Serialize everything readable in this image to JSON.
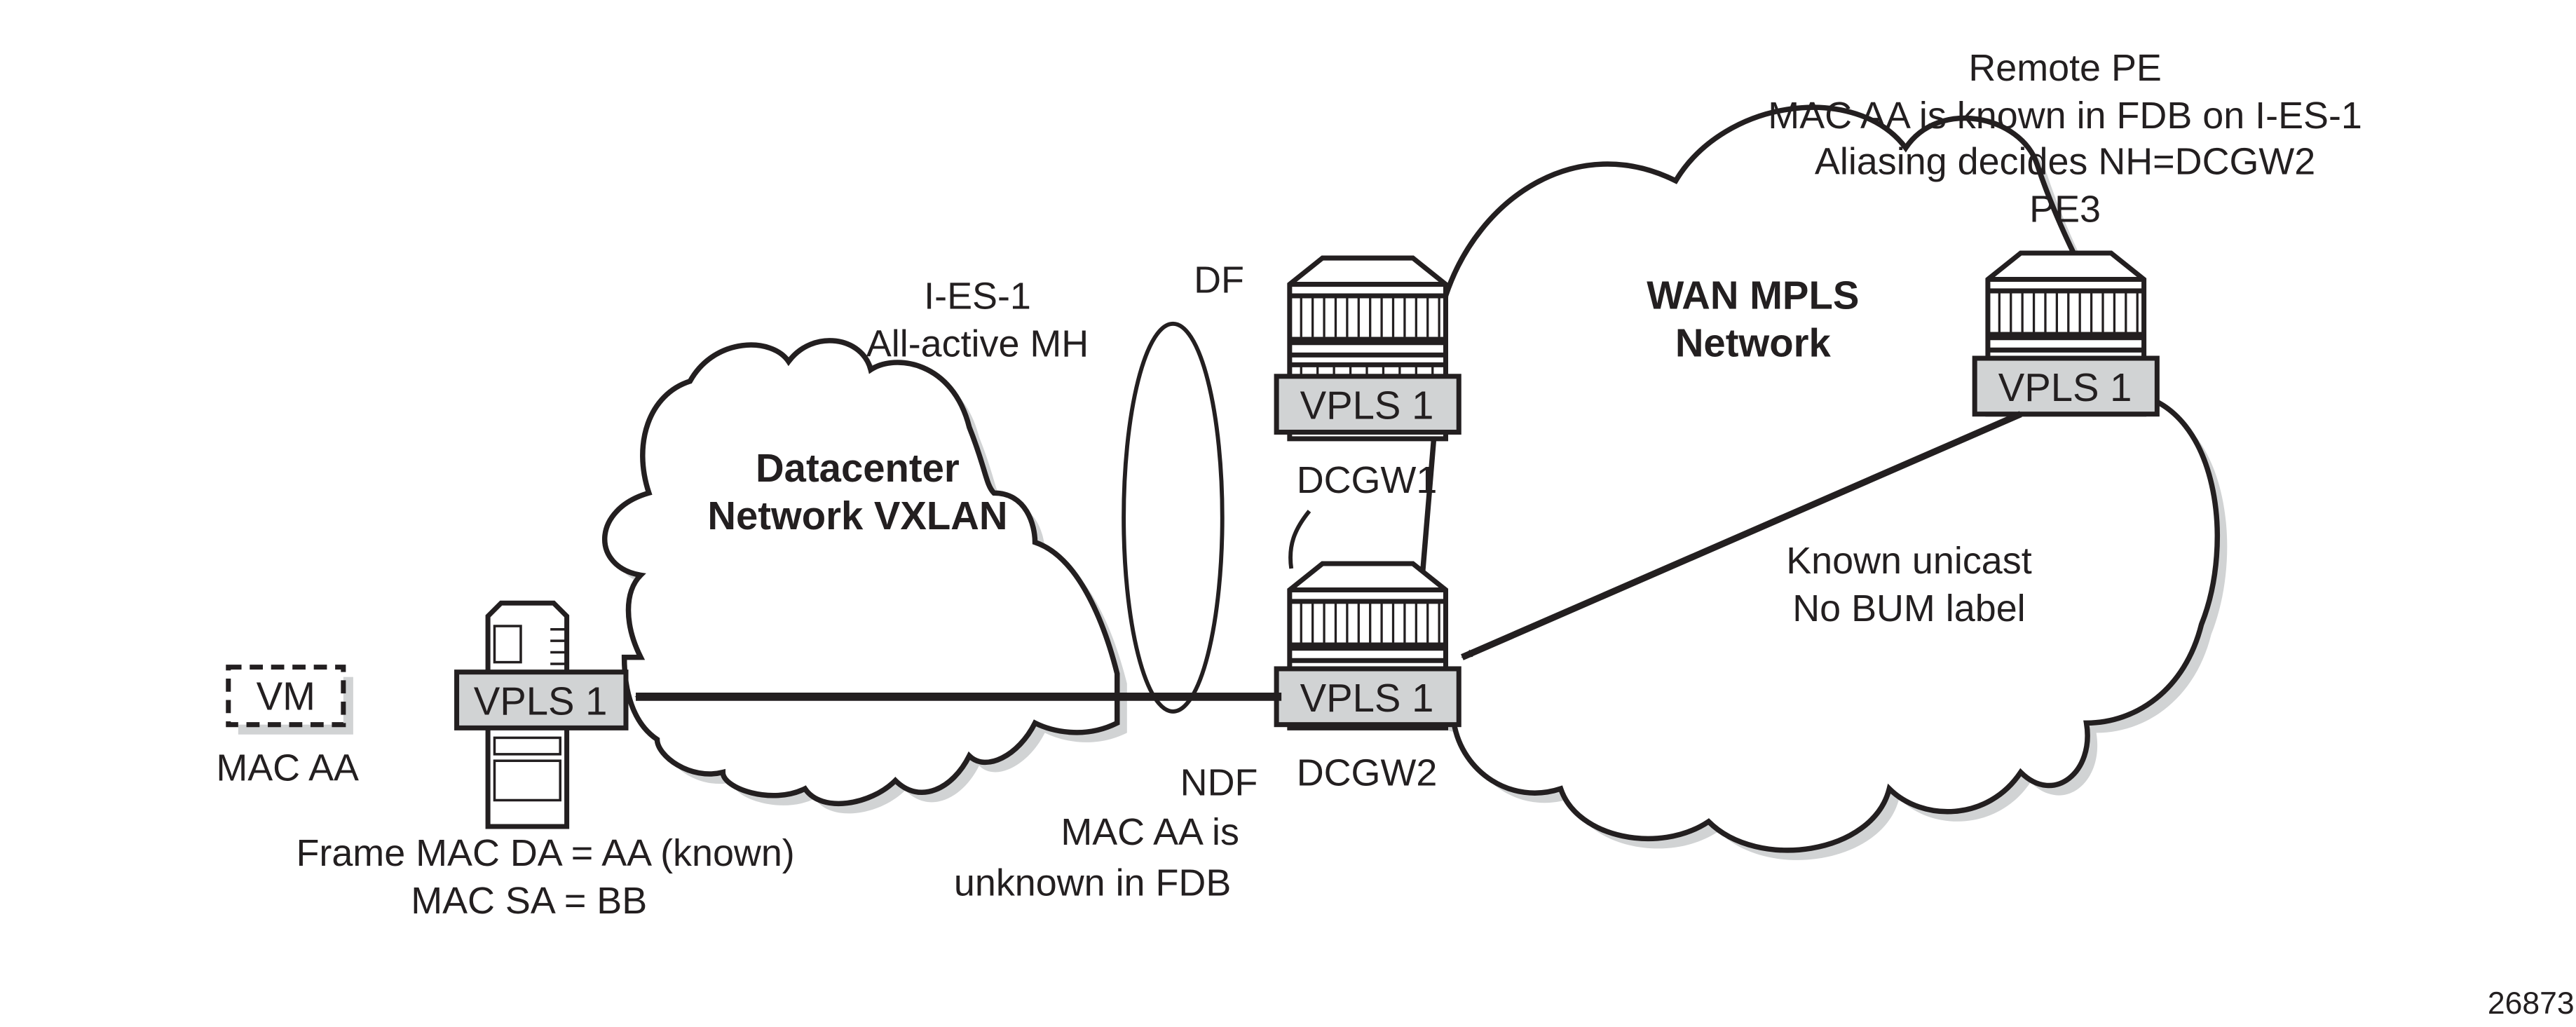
{
  "figure_id": "26873",
  "clouds": {
    "datacenter": {
      "line1": "Datacenter",
      "line2": "Network VXLAN"
    },
    "wan": {
      "line1": "WAN MPLS",
      "line2": "Network"
    }
  },
  "ethernet_segment": {
    "line1": "I-ES-1",
    "line2": "All-active MH"
  },
  "df_label": "DF",
  "ndf": {
    "line1": "NDF",
    "line2": "MAC AA is",
    "line3": "unknown in FDB"
  },
  "remote_pe": {
    "line1": "Remote PE",
    "line2": "MAC AA is known in FDB on I-ES-1",
    "line3": "Aliasing decides NH=DCGW2"
  },
  "nodes": {
    "pe3": {
      "name": "PE3",
      "service": "VPLS 1"
    },
    "dcgw1": {
      "name": "DCGW1",
      "service": "VPLS 1"
    },
    "dcgw2": {
      "name": "DCGW2",
      "service": "VPLS 1"
    },
    "leaf": {
      "service": "VPLS 1"
    }
  },
  "vm": {
    "label": "VM",
    "mac": "MAC AA"
  },
  "frame": {
    "line1": "Frame MAC DA = AA (known)",
    "line2": "MAC SA = BB"
  },
  "traffic": {
    "line1": "Known unicast",
    "line2": "No BUM label"
  }
}
